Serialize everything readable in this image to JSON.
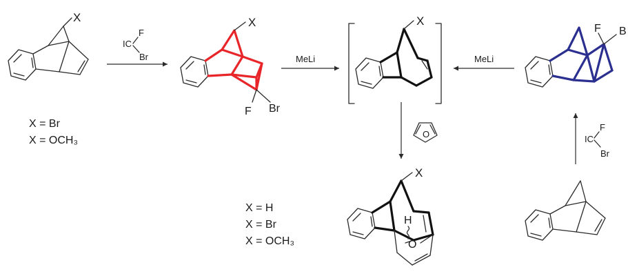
{
  "labels": {
    "x": "X",
    "x_list_top": [
      "X = Br",
      "X = OCH₃"
    ],
    "x_list_bottom": [
      "X = H",
      "X = Br",
      "X = OCH₃"
    ]
  },
  "reagents": {
    "carbenoid_ic": "IC",
    "carbenoid_f": "F",
    "carbenoid_br": "Br",
    "meli_left": "MeLi",
    "meli_right": "MeLi",
    "product_f": "F",
    "product_br": "Br",
    "furan_o": "O",
    "adduct_h": "H",
    "adduct_o": "O",
    "blue_f": "F",
    "blue_b": "B"
  },
  "colors": {
    "red_highlight": "#e8262a",
    "blue_highlight": "#2b2f8f",
    "bold_black": "#111111"
  }
}
